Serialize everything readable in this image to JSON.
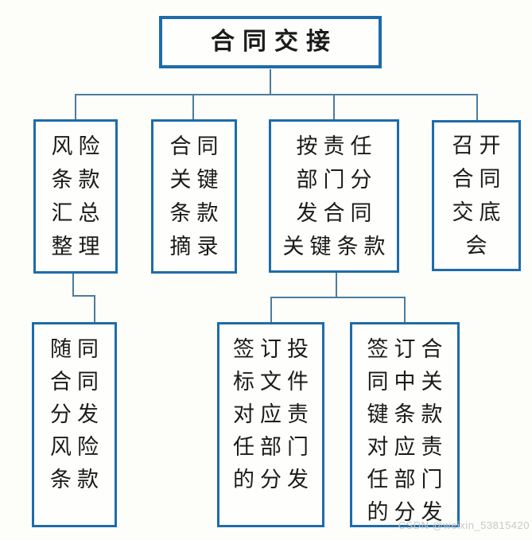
{
  "nodes": {
    "root": {
      "label": "合同交接",
      "full_text": "合同交接"
    },
    "level2": [
      {
        "label": "风险\n条款\n汇总\n整理",
        "full_text": "风险条款汇总整理"
      },
      {
        "label": "合同\n关键\n条款\n摘录",
        "full_text": "合同关键条款摘录"
      },
      {
        "label": "按责任\n部门分\n发合同\n关键条款",
        "full_text": "按责任部门分发合同关键条款"
      },
      {
        "label": "召开\n合同\n交底\n会",
        "full_text": "召开合同交底会"
      }
    ],
    "level3": [
      {
        "label": "随同\n合同\n分发\n风险\n条款",
        "full_text": "随同合同分发风险条款"
      },
      {
        "label": "签订投\n标文件\n对应责\n任部门\n的分发",
        "full_text": "签订投标文件对应责任部门的分发"
      },
      {
        "label": "签订合\n同中关\n键条款\n对应责\n任部门\n的分发",
        "full_text": "签订合同中关键条款对应责任部门的分发"
      }
    ]
  },
  "watermark": {
    "text": "CSDN @weixin_53815420"
  },
  "colors": {
    "box_border": "#1d6caa",
    "connector": "#4c7c9d",
    "text": "#1b1b1b",
    "background": "#fdfdfa",
    "watermark": "#c8c8c8"
  }
}
